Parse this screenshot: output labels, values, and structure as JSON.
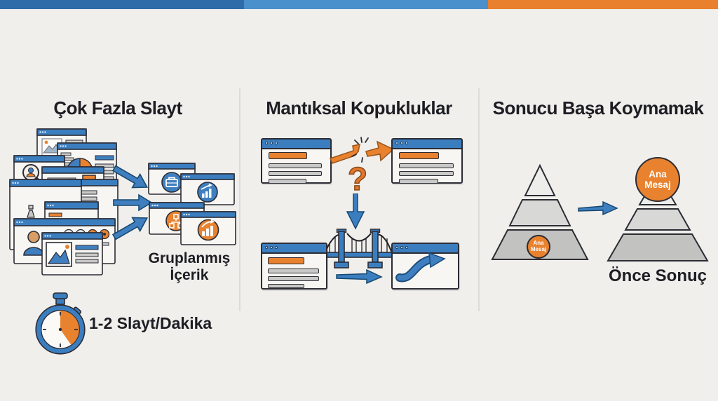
{
  "page": {
    "background_color": "#f0efec"
  },
  "topbar": {
    "segments": [
      {
        "name": "dark-blue",
        "color": "#2d6ca8"
      },
      {
        "name": "medium-blue",
        "color": "#4a90cc"
      },
      {
        "name": "orange",
        "color": "#e8802e"
      }
    ]
  },
  "colors": {
    "primary_blue": "#3b7ec0",
    "orange": "#e8822f",
    "outline_dark": "#2c2c34",
    "gray_bar": "#c9c9c7",
    "pyramid_top": "#ededeb",
    "pyramid_mid": "#d8d8d6",
    "pyramid_bottom": "#c2c2c0"
  },
  "columns": [
    {
      "title": "Çok Fazla Slayt",
      "pile_icons": [
        "image-placeholder",
        "pie-chart",
        "magnifier-person",
        "bookmark",
        "lock",
        "funnel",
        "bar-chart",
        "person-avatar",
        "feature-icons-row",
        "mountain-image"
      ],
      "arrows_icon": "three-converging-arrows",
      "grouped": {
        "label_line1": "Gruplanmış",
        "label_line2": "İçerik",
        "icons": [
          "briefcase",
          "growth-chart",
          "org-chart",
          "bar-chart"
        ]
      },
      "rate": {
        "icon": "stopwatch",
        "label": "1-2 Slayt/Dakika"
      }
    },
    {
      "title": "Mantıksal Kopukluklar",
      "question_mark": "?",
      "icons": [
        "broken-arrow",
        "down-arrow",
        "suspension-bridge",
        "s-curve-arrow",
        "right-arrow"
      ]
    },
    {
      "title": "Sonucu Başa Koymamak",
      "before_badge": "Ana Mesaj",
      "after_badge": "Ana Mesaj",
      "caption": "Önce Sonuç",
      "icons": [
        "pyramid-before",
        "right-arrow",
        "pyramid-after"
      ]
    }
  ]
}
